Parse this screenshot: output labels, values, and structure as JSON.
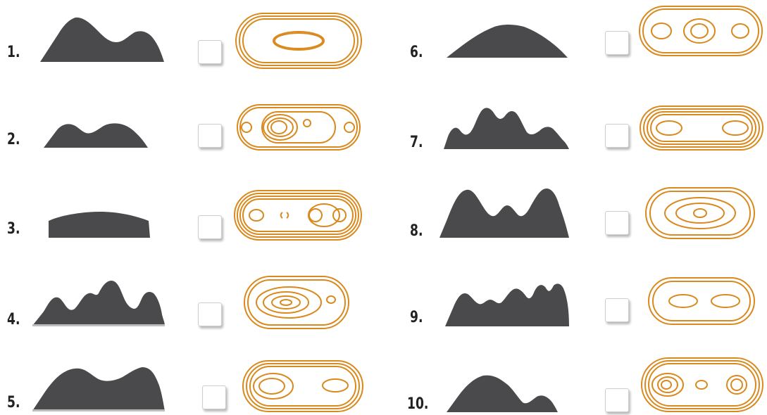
{
  "colors": {
    "mountain": "#4a4a4d",
    "contour": "#d9891e",
    "number": "#222222"
  },
  "items": [
    {
      "label": "1."
    },
    {
      "label": "2."
    },
    {
      "label": "3."
    },
    {
      "label": "4."
    },
    {
      "label": "5."
    },
    {
      "label": "6."
    },
    {
      "label": "7."
    },
    {
      "label": "8."
    },
    {
      "label": "9."
    },
    {
      "label": "10."
    }
  ]
}
